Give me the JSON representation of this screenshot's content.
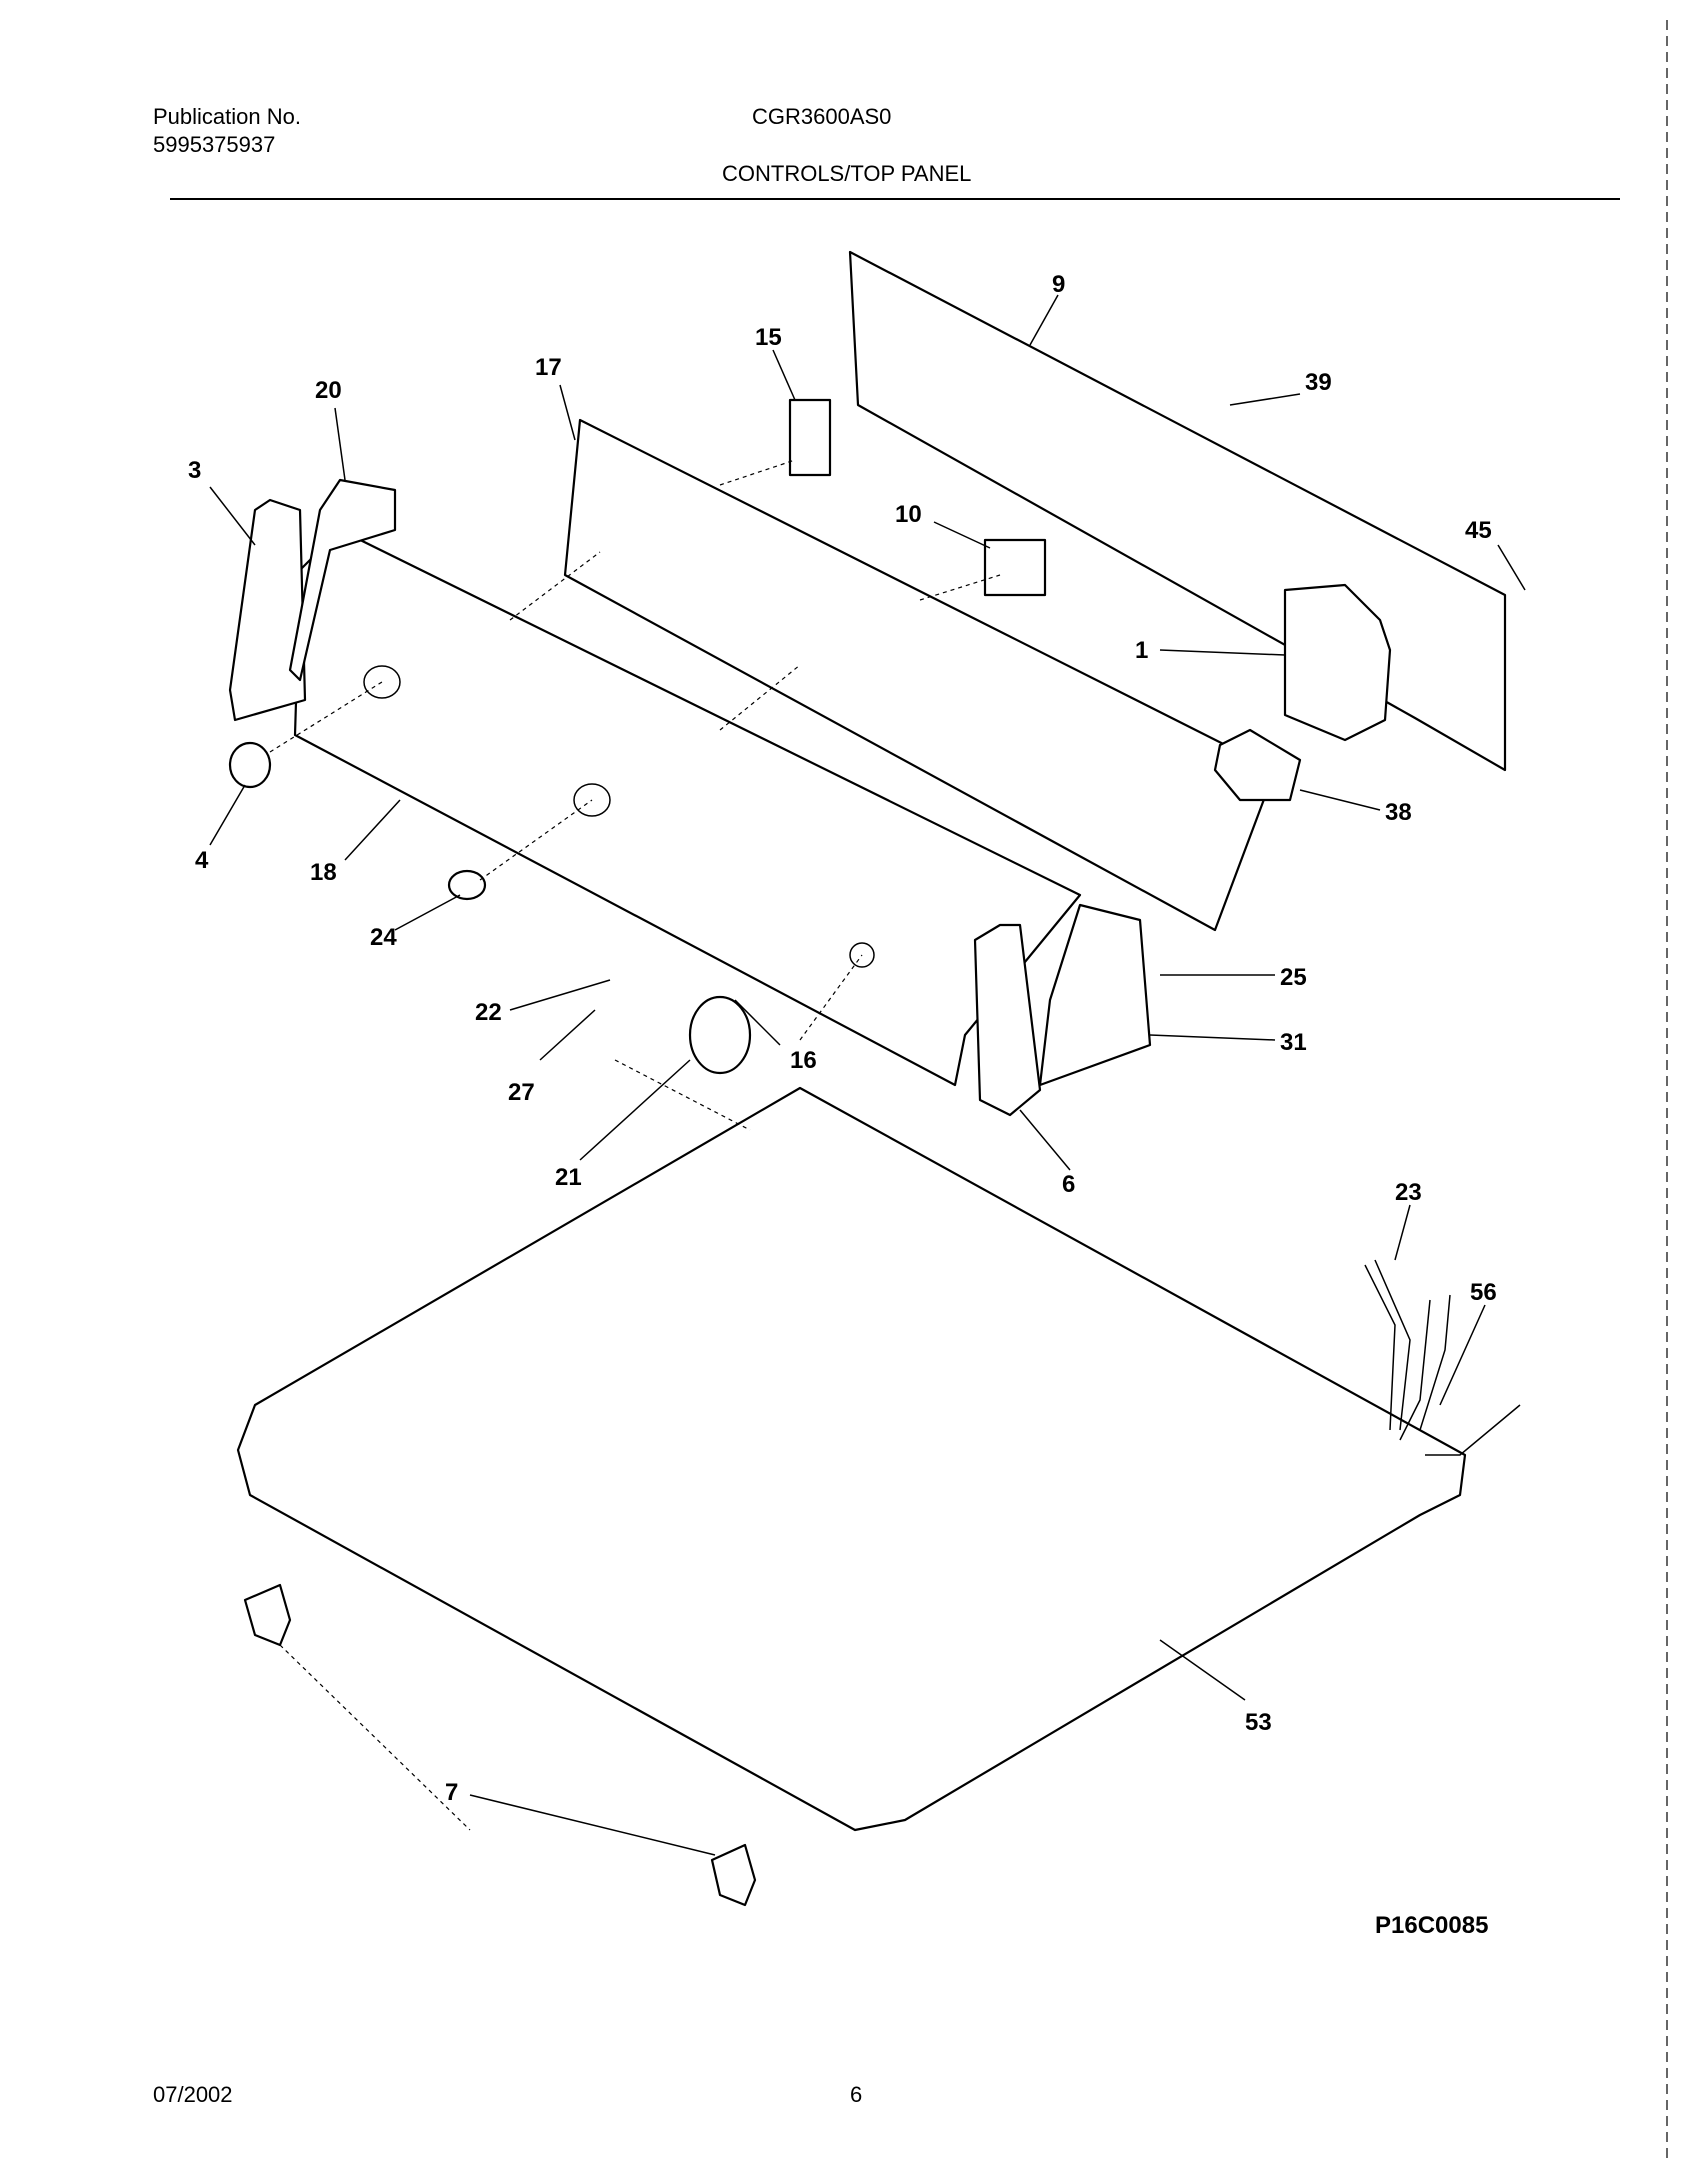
{
  "header": {
    "pub_label": "Publication No.",
    "pub_number": "5995375937",
    "model": "CGR3600AS0",
    "section_title": "CONTROLS/TOP PANEL"
  },
  "figure_code": "P16C0085",
  "footer": {
    "date": "07/2002",
    "page": "6"
  },
  "callouts": [
    "9",
    "15",
    "17",
    "20",
    "39",
    "3",
    "10",
    "45",
    "1",
    "38",
    "4",
    "18",
    "24",
    "25",
    "22",
    "16",
    "31",
    "27",
    "21",
    "6",
    "23",
    "56",
    "53",
    "7"
  ]
}
